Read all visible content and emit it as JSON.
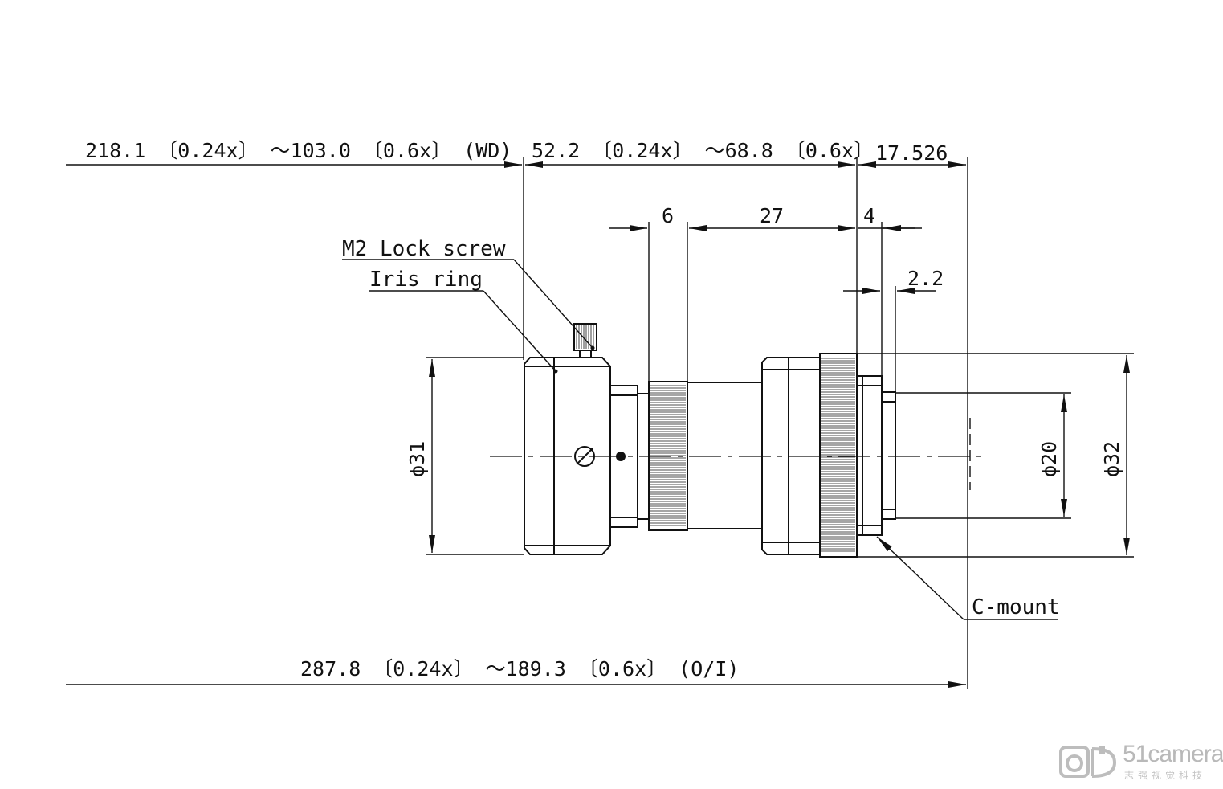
{
  "dimensions": {
    "wd": "218.1 〔0.24x〕 ～103.0 〔0.6x〕 (WD)",
    "length": "52.2 〔0.24x〕 ～68.8 〔0.6x〕",
    "flange": "17.526",
    "d6": "6",
    "d27": "27",
    "d4": "4",
    "d22": "2.2",
    "dia31": "ϕ31",
    "dia20": "ϕ20",
    "dia32": "ϕ32",
    "oi": "287.8 〔0.24x〕 ～189.3 〔0.6x〕 (O/I)"
  },
  "labels": {
    "lock_screw": "M2 Lock screw",
    "iris_ring": "Iris ring",
    "c_mount": "C-mount"
  },
  "watermark": {
    "brand": "51camera",
    "sub": "志强视觉科技"
  },
  "colors": {
    "line": "#111111",
    "watermark": "#b9b9b9"
  }
}
